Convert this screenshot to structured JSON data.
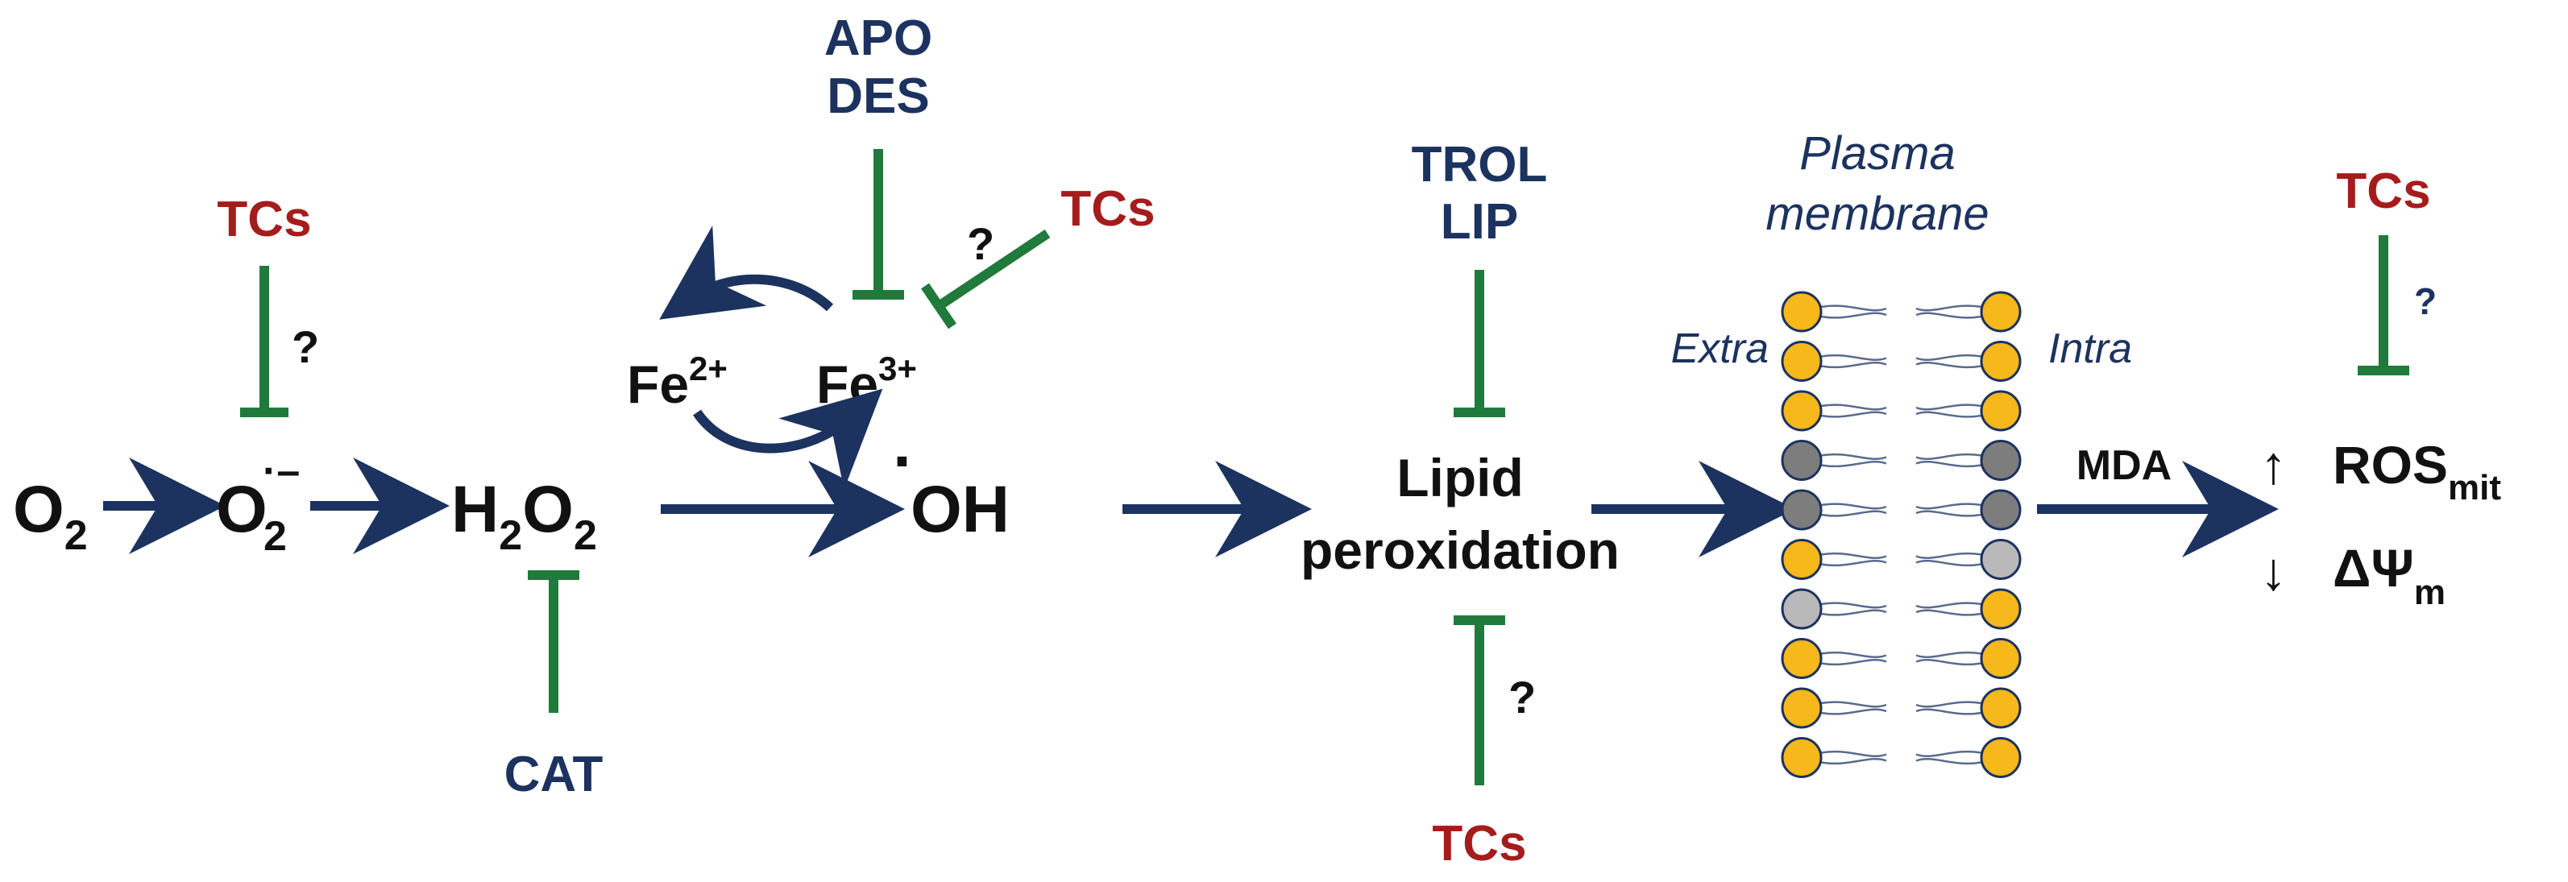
{
  "colors": {
    "navy": "#1c325f",
    "red": "#a51c1c",
    "green": "#1f7a3c",
    "black": "#111111",
    "lipid_yellow": "#f6b81a",
    "lipid_dark_gray": "#7d7d7d",
    "lipid_light_gray": "#b9b9b9"
  },
  "species": {
    "o2": {
      "base": "O",
      "sub": "2"
    },
    "superoxide": {
      "base": "O",
      "sub": "2",
      "sup": "·–"
    },
    "h2o2": {
      "a": "H",
      "sub1": "2",
      "b": "O",
      "sub2": "2"
    },
    "fe2": {
      "base": "Fe",
      "sup": "2+"
    },
    "fe3": {
      "base": "Fe",
      "sup": "3+"
    },
    "hydroxyl": {
      "dot": "·",
      "text": "OH"
    },
    "lipid_line1": "Lipid",
    "lipid_line2": "peroxidation"
  },
  "inhibitors": {
    "tcs_label": "TCs",
    "question": "?",
    "apo": "APO",
    "des": "DES",
    "trol": "TROL",
    "lip": "LIP",
    "cat": "CAT"
  },
  "membrane": {
    "title_line1": "Plasma",
    "title_line2": "membrane",
    "extra": "Extra",
    "intra": "Intra",
    "left_heads": [
      "yellow",
      "yellow",
      "yellow",
      "darkgray",
      "darkgray",
      "yellow",
      "lightgray",
      "yellow",
      "yellow",
      "yellow"
    ],
    "right_heads": [
      "yellow",
      "yellow",
      "yellow",
      "darkgray",
      "darkgray",
      "lightgray",
      "yellow",
      "yellow",
      "yellow",
      "yellow"
    ]
  },
  "outcomes": {
    "mda": "MDA",
    "ros_base": "ROS",
    "ros_sub": "mit",
    "psi_base": "ΔΨ",
    "psi_sub": "m",
    "up_arrow": "↑",
    "down_arrow": "↓"
  }
}
